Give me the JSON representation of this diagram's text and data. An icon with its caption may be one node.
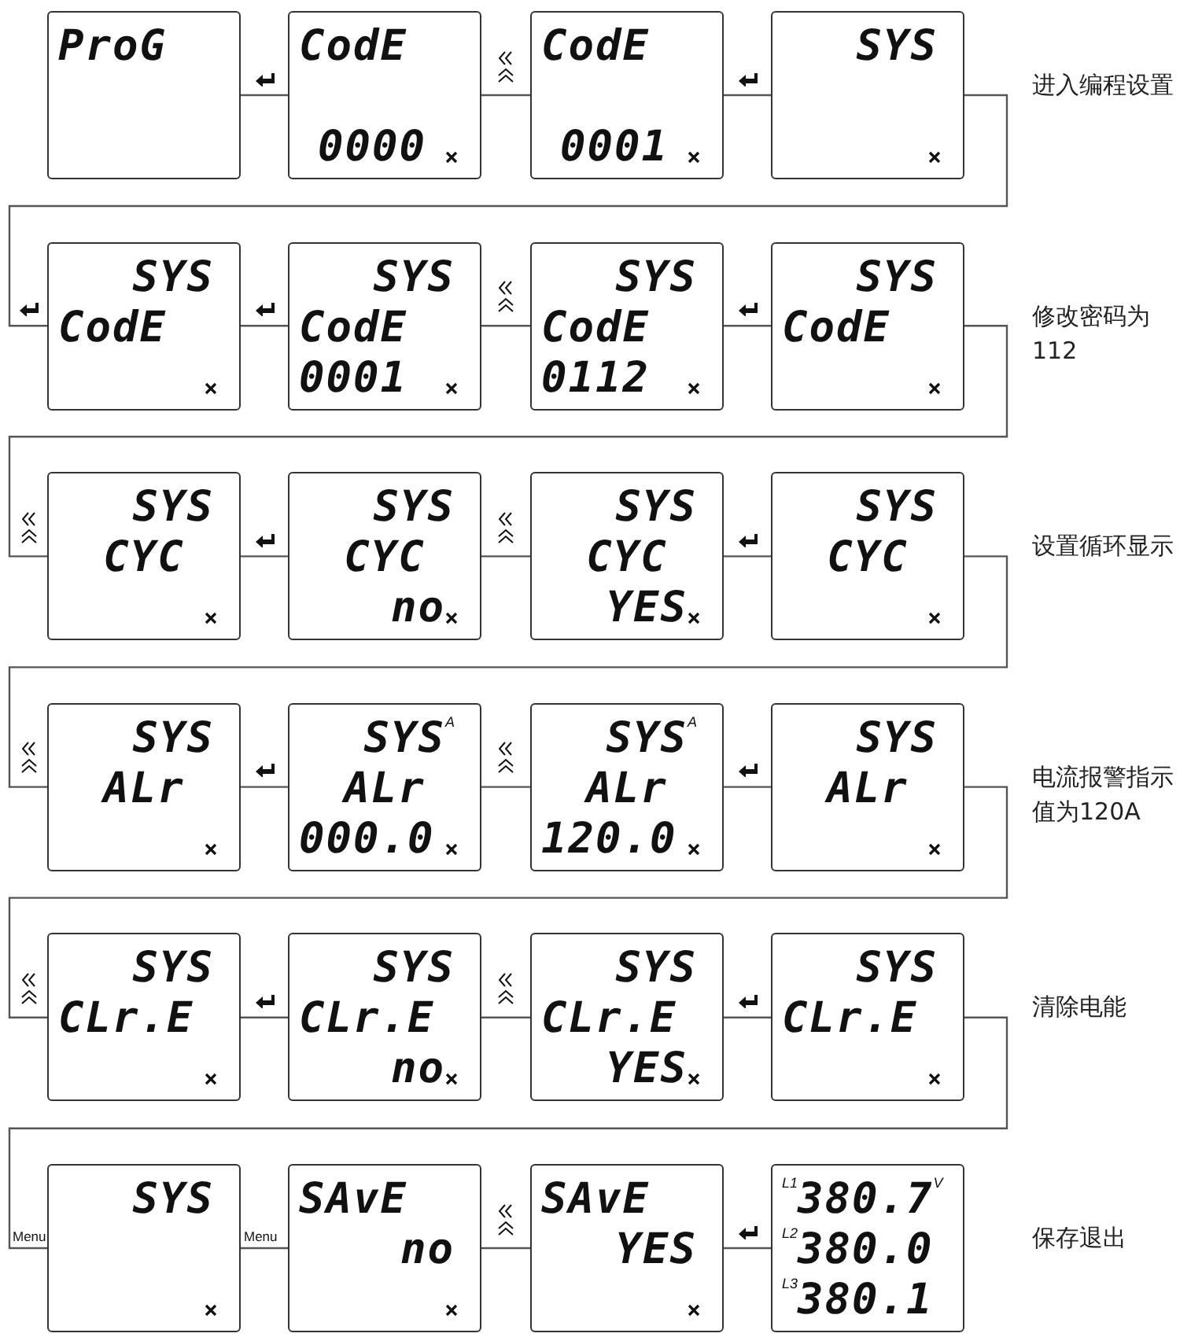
{
  "diagram": {
    "nodes": [
      {
        "text": [
          "ProG"
        ]
      },
      {
        "text": [
          "CodE",
          "0000"
        ]
      },
      {
        "text": [
          "CodE",
          "0001"
        ]
      },
      {
        "text": [
          "SYS"
        ]
      },
      {
        "text": [
          "SYS",
          "CodE"
        ]
      },
      {
        "text": [
          "SYS",
          "CodE",
          "0001"
        ]
      },
      {
        "text": [
          "SYS",
          "CodE",
          "0112"
        ]
      },
      {
        "text": [
          "SYS",
          "CodE"
        ]
      },
      {
        "text": [
          "SYS",
          "CYC"
        ]
      },
      {
        "text": [
          "SYS",
          "CYC",
          "no"
        ]
      },
      {
        "text": [
          "SYS",
          "CYC",
          "YES"
        ]
      },
      {
        "text": [
          "SYS",
          "CYC"
        ]
      },
      {
        "text": [
          "SYS",
          "ALr"
        ]
      },
      {
        "text": [
          "SYS",
          "A",
          "ALr",
          "000.0"
        ]
      },
      {
        "text": [
          "SYS",
          "A",
          "ALr",
          "120.0"
        ]
      },
      {
        "text": [
          "SYS",
          "ALr"
        ]
      },
      {
        "text": [
          "SYS",
          "CLr.E"
        ]
      },
      {
        "text": [
          "SYS",
          "CLr.E",
          "no"
        ]
      },
      {
        "text": [
          "SYS",
          "CLr.E",
          "YES"
        ]
      },
      {
        "text": [
          "SYS",
          "CLr.E"
        ]
      },
      {
        "text": [
          "SYS"
        ]
      },
      {
        "text": [
          "SAvE",
          "no"
        ]
      },
      {
        "text": [
          "SAvE",
          "YES"
        ]
      },
      {
        "text": [
          "L1",
          "380.7",
          "V",
          "L2",
          "380.0",
          "L3",
          "380.1"
        ]
      }
    ],
    "edges": [
      {
        "from": 0,
        "to": 1,
        "arrow": "none"
      },
      {
        "from": 1,
        "to": 2,
        "arrow": "none"
      },
      {
        "from": 2,
        "to": 3,
        "arrow": "none"
      },
      {
        "from": 3,
        "to": 4,
        "arrow": "none"
      },
      {
        "from": 4,
        "to": 5,
        "arrow": "none"
      },
      {
        "from": 5,
        "to": 6,
        "arrow": "none"
      },
      {
        "from": 6,
        "to": 7,
        "arrow": "none"
      },
      {
        "from": 7,
        "to": 8,
        "arrow": "none"
      },
      {
        "from": 8,
        "to": 9,
        "arrow": "none"
      },
      {
        "from": 9,
        "to": 10,
        "arrow": "none"
      },
      {
        "from": 10,
        "to": 11,
        "arrow": "none"
      },
      {
        "from": 11,
        "to": 12,
        "arrow": "none"
      },
      {
        "from": 12,
        "to": 13,
        "arrow": "none"
      },
      {
        "from": 13,
        "to": 14,
        "arrow": "none"
      },
      {
        "from": 14,
        "to": 15,
        "arrow": "none"
      },
      {
        "from": 15,
        "to": 16,
        "arrow": "none"
      },
      {
        "from": 16,
        "to": 17,
        "arrow": "none"
      },
      {
        "from": 17,
        "to": 18,
        "arrow": "none"
      },
      {
        "from": 18,
        "to": 19,
        "arrow": "none"
      },
      {
        "from": 19,
        "to": 20,
        "label": "Menu",
        "arrow": "none"
      },
      {
        "from": 20,
        "to": 21,
        "label": "Menu",
        "arrow": "none"
      },
      {
        "from": 21,
        "to": 22,
        "arrow": "none"
      },
      {
        "from": 22,
        "to": 23,
        "arrow": "none"
      }
    ],
    "labels": [
      "进入编程设置",
      "修改密码为112",
      "设置循环显示",
      "电流报警指示值为120A",
      "清除电能",
      "保存退出"
    ]
  }
}
